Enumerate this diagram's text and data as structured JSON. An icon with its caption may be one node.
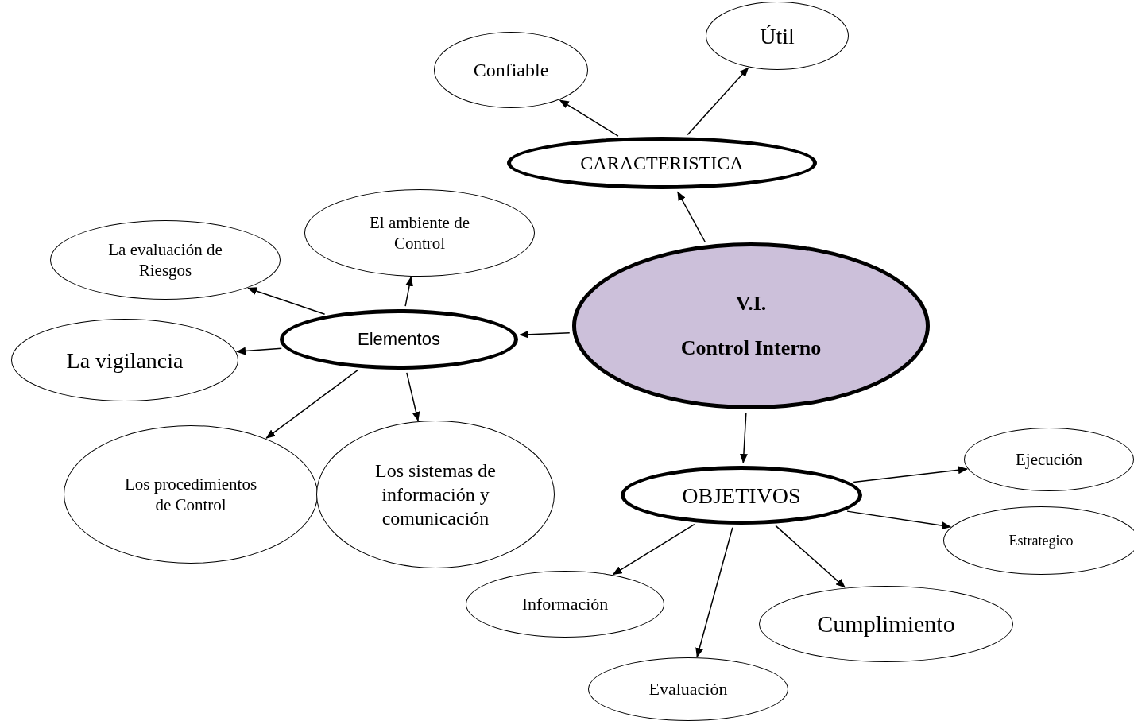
{
  "diagram": {
    "nodes": [
      {
        "text": [
          "V.I.",
          "Control Interno"
        ]
      },
      {
        "text": [
          "CARACTERISTICA"
        ]
      },
      {
        "text": [
          "Confiable"
        ]
      },
      {
        "text": [
          "Útil"
        ]
      },
      {
        "text": [
          "Elementos"
        ]
      },
      {
        "text": [
          "El ambiente de Control"
        ]
      },
      {
        "text": [
          "La evaluación de Riesgos"
        ]
      },
      {
        "text": [
          "La vigilancia"
        ]
      },
      {
        "text": [
          "Los procedimientos de Control"
        ]
      },
      {
        "text": [
          "Los sistemas de información y comunicación"
        ]
      },
      {
        "text": [
          "OBJETIVOS"
        ]
      },
      {
        "text": [
          "Ejecución"
        ]
      },
      {
        "text": [
          "Estrategico"
        ]
      },
      {
        "text": [
          "Información"
        ]
      },
      {
        "text": [
          "Cumplimiento"
        ]
      },
      {
        "text": [
          "Evaluación"
        ]
      }
    ],
    "edges": [
      {
        "from": 0,
        "to": 1,
        "arrow": "to"
      },
      {
        "from": 1,
        "to": 2,
        "arrow": "to"
      },
      {
        "from": 1,
        "to": 3,
        "arrow": "to"
      },
      {
        "from": 0,
        "to": 4,
        "arrow": "to"
      },
      {
        "from": 4,
        "to": 5,
        "arrow": "to"
      },
      {
        "from": 4,
        "to": 6,
        "arrow": "to"
      },
      {
        "from": 4,
        "to": 7,
        "arrow": "to"
      },
      {
        "from": 4,
        "to": 8,
        "arrow": "to"
      },
      {
        "from": 4,
        "to": 9,
        "arrow": "to"
      },
      {
        "from": 0,
        "to": 10,
        "arrow": "to"
      },
      {
        "from": 10,
        "to": 11,
        "arrow": "to"
      },
      {
        "from": 10,
        "to": 12,
        "arrow": "to"
      },
      {
        "from": 10,
        "to": 13,
        "arrow": "to"
      },
      {
        "from": 10,
        "to": 15,
        "arrow": "to"
      },
      {
        "from": 10,
        "to": 14,
        "arrow": "to"
      }
    ]
  }
}
